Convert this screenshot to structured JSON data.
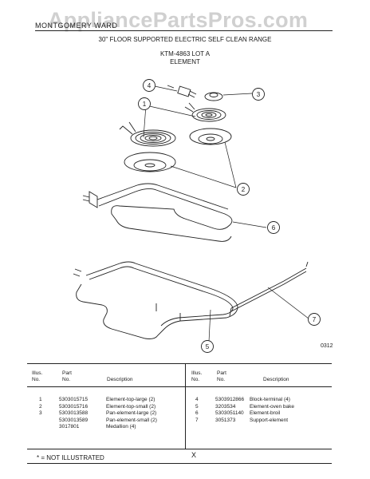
{
  "header": {
    "brand": "MONTGOMERY WARD",
    "watermark": "AppliancePartsPros.com",
    "title": "30\" FLOOR SUPPORTED ELECTRIC SELF CLEAN RANGE",
    "model": "KTM-4863 LOT A",
    "section": "ELEMENT"
  },
  "diagram": {
    "callouts": [
      "1",
      "2",
      "3",
      "4",
      "5",
      "6",
      "7"
    ],
    "code": "0312"
  },
  "table": {
    "headers": {
      "illus_line1": "Illus.",
      "illus_line2": "No.",
      "part_line1": "Part",
      "part_line2": "No.",
      "description": "Description"
    },
    "left": {
      "illus": [
        "1",
        "",
        "2",
        "",
        "3"
      ],
      "part": [
        "5303015715",
        "5303015716",
        "5303013588",
        "5303013589",
        "3017801"
      ],
      "desc": [
        "Element-top-large (2)",
        "Element-top-small (2)",
        "Pan-element-large (2)",
        "Pan-element-small (2)",
        "Medallion (4)"
      ]
    },
    "right": {
      "illus": [
        "4",
        "5",
        "6",
        "7"
      ],
      "part": [
        "5303912866",
        "3203534",
        "5303051140",
        "3051373"
      ],
      "desc": [
        "Block-terminal (4)",
        "Element-oven bake",
        "Element-broil",
        "Support-element"
      ]
    }
  },
  "footer": {
    "note": "* = NOT ILLUSTRATED",
    "mark": "X"
  }
}
